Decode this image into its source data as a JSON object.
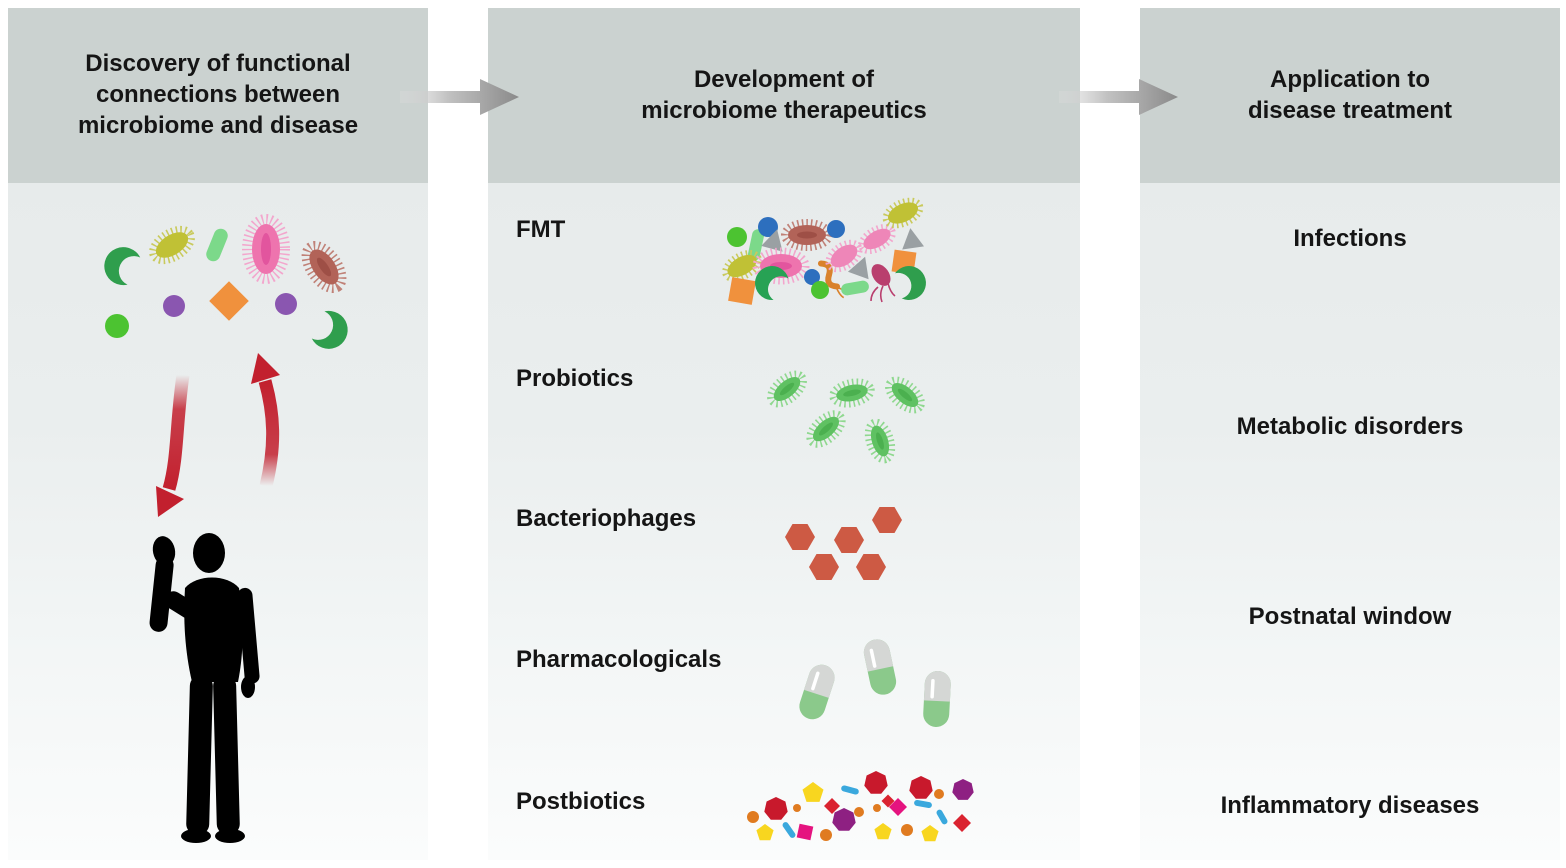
{
  "panels": {
    "discovery": {
      "title": "Discovery of functional\nconnections between\nmicrobiome and disease"
    },
    "development": {
      "title": "Development of\nmicrobiome therapeutics",
      "rows": [
        {
          "label": "FMT"
        },
        {
          "label": "Probiotics"
        },
        {
          "label": "Bacteriophages"
        },
        {
          "label": "Pharmacologicals"
        },
        {
          "label": "Postbiotics"
        }
      ]
    },
    "application": {
      "title": "Application to\ndisease treatment",
      "items": [
        {
          "label": "Infections"
        },
        {
          "label": "Metabolic disorders"
        },
        {
          "label": "Postnatal window"
        },
        {
          "label": "Inflammatory diseases"
        }
      ]
    }
  },
  "icons": {
    "flow_arrow": "right-arrow",
    "discovery_art": "microbe-cluster-above-human-with-red-cycle-arrows",
    "fmt_art": "mixed-microbe-community",
    "probiotics_art": "green-hairy-bacteria",
    "bacteriophages_art": "red-hexagon-phage-capsids",
    "pharmacologicals_art": "green-gray-capsule-pills",
    "postbiotics_art": "colorful-metabolite-confetti"
  },
  "colors": {
    "header_bg": "#cbd2d0",
    "body_top": "#e7ebeb",
    "body_bottom": "#fbfcfc",
    "flow_arrow_dark": "#8a8a8a",
    "red_arrow": "#c2202e",
    "silhouette": "#000000",
    "probiotic_green": "#5fc162",
    "bright_green": "#4cc331",
    "crescent_green": "#2f9e4d",
    "light_green_rod": "#7cd98a",
    "olive_microbe": "#c0c135",
    "pink_microbe": "#ee74ae",
    "brown_microbe": "#b26358",
    "purple_circle": "#8a56b0",
    "orange_shape": "#f0913d",
    "blue_circle": "#2d6fbe",
    "gray_triangle": "#9aa0a3",
    "phage_red": "#cd5a44",
    "capsule_green": "#8bc98b",
    "capsule_gray": "#d5d7d5",
    "confetti_red": "#c8192c",
    "confetti_orange": "#e07b20",
    "confetti_yellow": "#f8d61f",
    "confetti_magenta": "#e5137f",
    "confetti_purple": "#8e2082",
    "confetti_blue": "#3aa8dd"
  }
}
